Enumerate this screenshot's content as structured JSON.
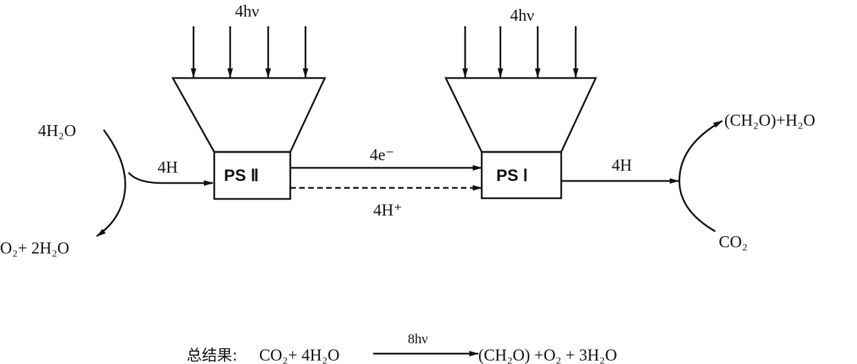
{
  "light_left": "4hν",
  "light_right": "4hν",
  "ps2_label": "PS Ⅱ",
  "ps1_label": "PS Ⅰ",
  "electron_label": "4e⁻",
  "proton_label": "4H⁺",
  "water_in": "4H₂O",
  "water_out": "O₂+ 2H₂O",
  "h_left": "4H",
  "h_right": "4H",
  "product": "(CH₂O)+H₂O",
  "co2": "CO₂",
  "equation": {
    "prefix": "总结果:",
    "reactants": "CO₂+ 4H₂O",
    "condition": "8hν",
    "products": "(CH₂O) +O₂ + 3H₂O"
  }
}
